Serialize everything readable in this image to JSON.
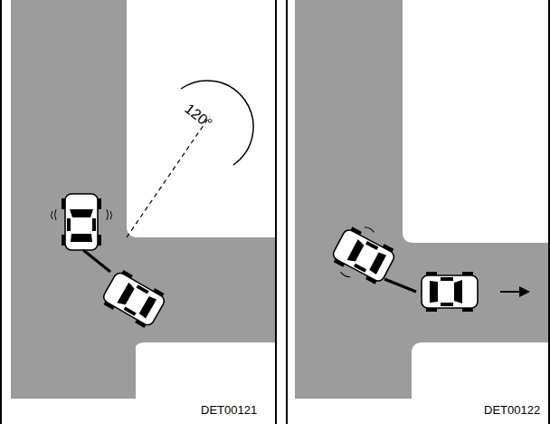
{
  "diagram": {
    "labels": [
      "120°",
      "DET00121",
      "DET00122"
    ]
  }
}
